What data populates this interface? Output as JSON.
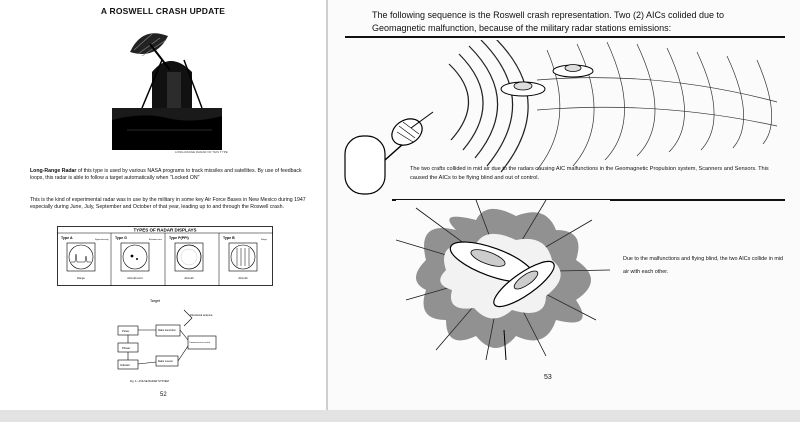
{
  "left_page": {
    "title": "A ROSWELL CRASH UPDATE",
    "photo_caption": "LONG-RANGE RADAR OF THIS TYPE",
    "para1_lead": "Long-Range Radar",
    "para1_rest": " of this type is used by various NASA programs to track missiles and satellites.  By use of feedback loops, this radar is able to follow a target automatically when \"Locked ON\"",
    "para2": "This is the kind of experimental radar was in use by the military in some key Air Force Bases in New Mexico during 1947 especially during June, July, September and October of that year, leading up to and through the Roswell crash.",
    "radar_table": {
      "header": "TYPES OF RADAR DISPLAYS",
      "columns": [
        "Type A",
        "Type G",
        "Type P(PPI)",
        "Type B"
      ],
      "axis_labels": [
        "Range",
        "Azimuth error",
        "Azimuth",
        "Azimuth"
      ],
      "side_labels": [
        "Signal intensity",
        "Elevation error",
        "Range"
      ]
    },
    "target_diagram": {
      "target_label": "Target",
      "boxes": [
        "Pulser",
        "Radar transmitter",
        "Phaser",
        "Indicator",
        "Radar receiver",
        "Transmit-receive switch"
      ],
      "side_label": "Directional antenna",
      "figure_caption": "Fig. 1—PULSE RADAR SYSTEM"
    },
    "page_number": "52"
  },
  "right_page": {
    "heading": "The following sequence is the Roswell crash representation.  Two (2) AICs colided due to Geomagnetic malfunction, because of the military radar stations emissions:",
    "body": "The two crafts collided in mid air due to the radars causing AIC malfunctions in the Geomagnetic Propulsion system, Scanners and Sensors.  This caused the AICs to be flying blind and out of control.",
    "side_note": "Due to the malfunctions and flying blind, the two AICs collide in mid air with each other.",
    "page_number": "53"
  }
}
